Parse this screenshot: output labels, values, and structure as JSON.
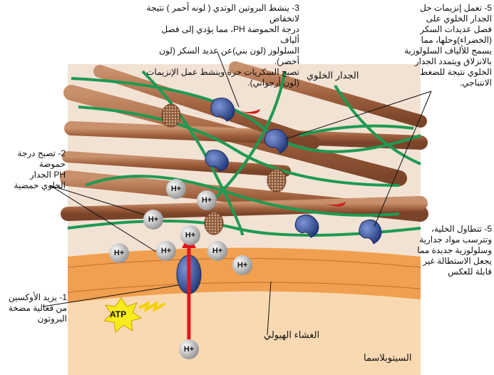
{
  "labels": {
    "step1": "1- يزيد الأوكسين\nمن فعالية مضخة\nالبروتون",
    "step2": "2- تصبح درجة\nحموضة\nPH الجدار\nالخلوي حمضية",
    "step3": "3- ينشط البروتين الوتدي ( لونه أحمر ) نتيجة لانخفاض\nدرجة الحموضة PH، مما يؤدي إلى فصل ألياف\nالسلولوز (لون بني)عن عديد السكر (لون أخضر).\nتصبح السكريات حرة وينشط عمل الإنزيمات (لون أرجواني).",
    "step5a": "5- تعمل إنزيمات حل\nالجدار الخلوي على\nفصل عديدات السكر\n(الخضراء)وحلها، مما\nيسمح للألياف السلولوزية\nبالانزلاق ويتمدد الجدار\nالخلوي نتيجة للضغط\nالانتباجي.",
    "step5b": "5- تتطاول الخلية،\nوتترسب مواد جدارية\nوسلولوزية جديدة مما\nيجعل الاستطالة غير\nقابلة للعكس"
  },
  "regions": {
    "cell_wall": "الجدار الخلوي",
    "plasma_membrane": "الغشاء الهيولي",
    "cytoplasm": "السيتوبلاسما"
  },
  "atp": "ATP",
  "proton": "H+",
  "colors": {
    "wall": "#f2e2d4",
    "fiber": "#a0613f",
    "glucan": "#1e9a52",
    "enzyme": "#34509a",
    "expansin": "#d31a1a",
    "membrane": "#f0a050",
    "cytoplasm": "#f8d9b2"
  }
}
